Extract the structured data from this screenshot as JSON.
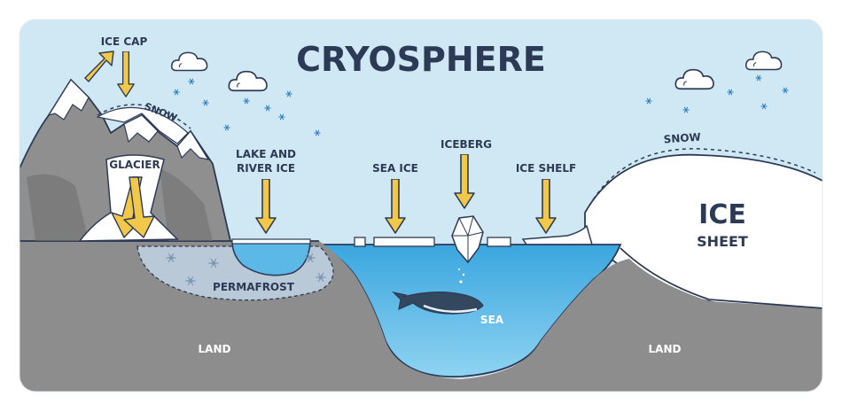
{
  "title": "CRYOSPHERE",
  "labels": {
    "ice_cap": "ICE CAP",
    "snow_left": "SNOW",
    "glacier": "GLACIER",
    "lake_river_ice_line1": "LAKE AND",
    "lake_river_ice_line2": "RIVER ICE",
    "sea_ice": "SEA ICE",
    "iceberg": "ICEBERG",
    "ice_shelf": "ICE SHELF",
    "snow_right": "SNOW",
    "ice_sheet_line1": "ICE",
    "ice_sheet_line2": "SHEET",
    "permafrost": "PERMAFROST",
    "sea": "SEA",
    "land_left": "LAND",
    "land_right": "LAND"
  },
  "colors": {
    "sky": "#cfe8f3",
    "land": "#8c8c8c",
    "land_dark": "#6e6e6e",
    "water": "#2f9fd8",
    "water_light": "#7cc8ee",
    "ice": "#ffffff",
    "arrow": "#f2c84b",
    "outline": "#2d3a55",
    "permafrost": "#b9c9d8"
  },
  "icons": [
    "cloud-icon",
    "snowflake-icon",
    "whale-icon",
    "arrow-icon"
  ]
}
